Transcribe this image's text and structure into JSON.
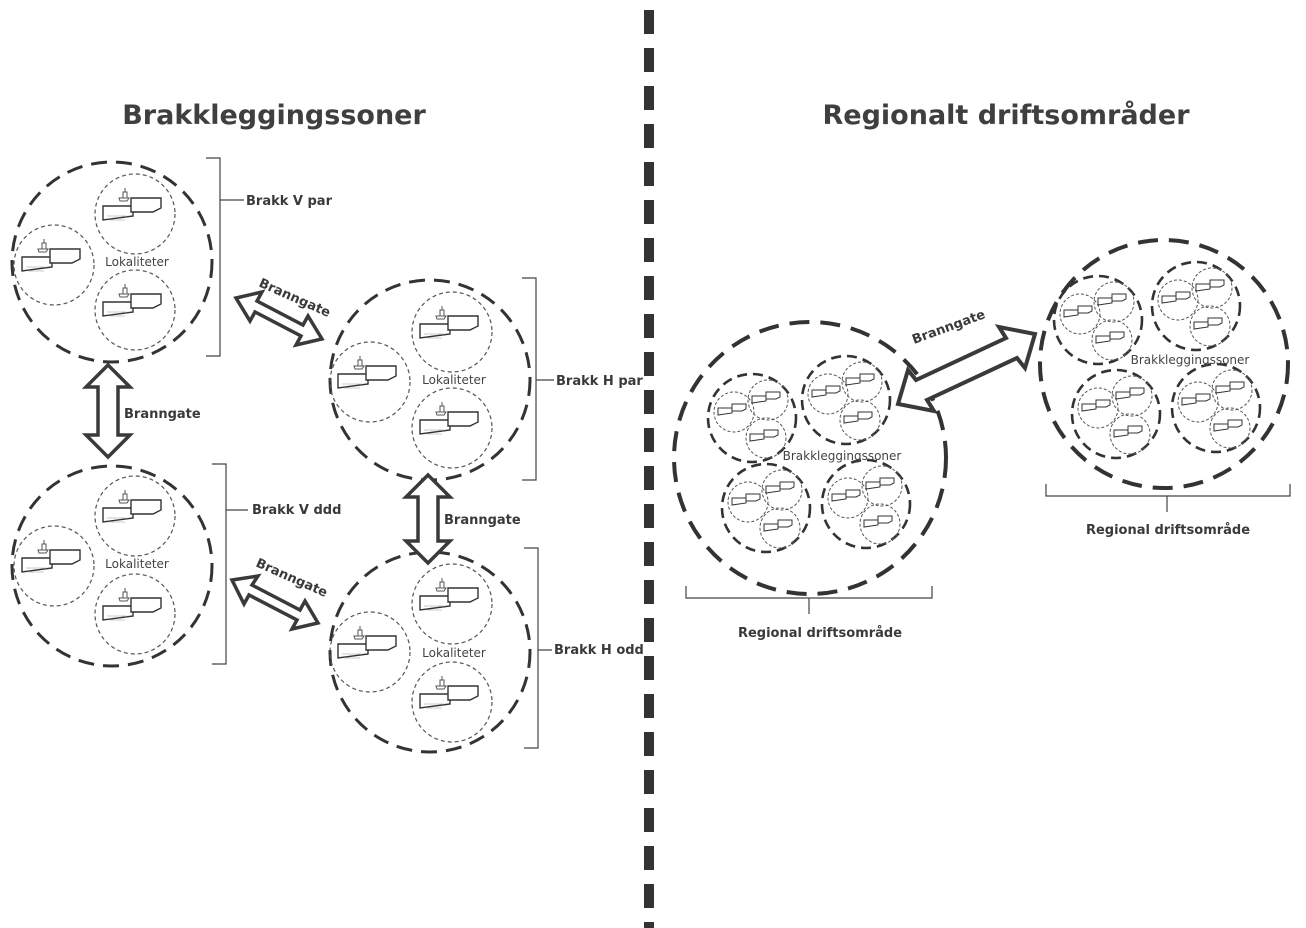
{
  "left": {
    "title": "Brakkleggingssoner",
    "zones": [
      {
        "lokalitet": "Lokaliteter",
        "bracket_label": "Brakk V par"
      },
      {
        "lokalitet": "Lokaliteter",
        "bracket_label": "Brakk H par"
      },
      {
        "lokalitet": "Lokaliteter",
        "bracket_label": "Brakk V ddd"
      },
      {
        "lokalitet": "Lokaliteter",
        "bracket_label": "Brakk H odd"
      }
    ],
    "arrows": [
      "Branngate",
      "Branngate",
      "Branngate",
      "Branngate"
    ]
  },
  "right": {
    "title": "Regionalt driftsområder",
    "regions": [
      {
        "zone_label": "Brakkleggingssoner",
        "bracket_label": "Regional driftsområde"
      },
      {
        "zone_label": "Brakkleggingssoner",
        "bracket_label": "Regional driftsområde"
      }
    ],
    "arrow_label": "Branngate"
  },
  "colors": {
    "stroke": "#3a3a3a",
    "divider": "#333333",
    "text": "#3a3a3a"
  }
}
